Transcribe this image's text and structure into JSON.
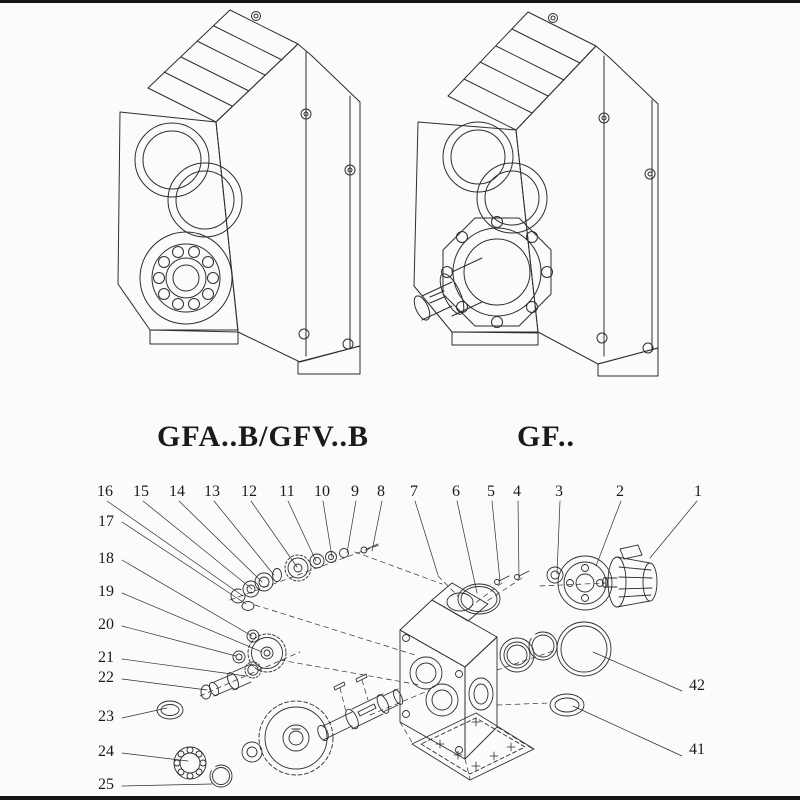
{
  "figure": {
    "type": "technical-diagram",
    "subject": "parallel shaft helical gear reducers with exploded parts view",
    "stroke_color": "#2e2e2e",
    "edge_color": "#141414"
  },
  "models": {
    "left": "GFA..B/GFV..B",
    "right": "GF.."
  },
  "parts": {
    "top_row": [
      "16",
      "15",
      "14",
      "13",
      "12",
      "11",
      "10",
      "9",
      "8",
      "7",
      "6",
      "5",
      "4",
      "3",
      "2",
      "1"
    ],
    "left_col": [
      "17",
      "18",
      "19",
      "20",
      "21",
      "22",
      "23",
      "24",
      "25"
    ],
    "right_col": [
      "42",
      "41"
    ]
  }
}
